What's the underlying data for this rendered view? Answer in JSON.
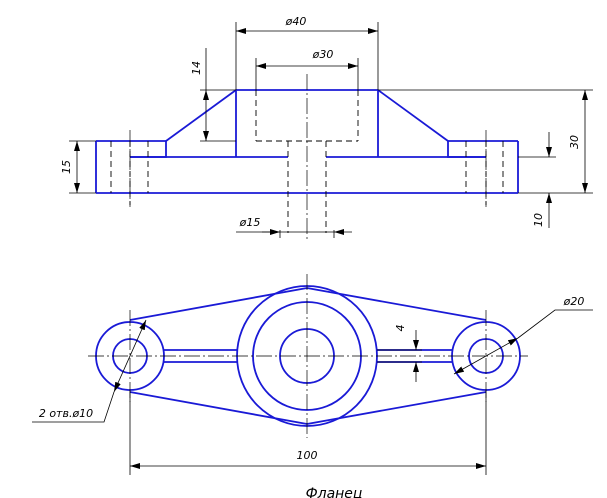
{
  "drawing": {
    "dimensions": {
      "d40": "ø40",
      "d30": "ø30",
      "h14": "14",
      "h15": "15",
      "h30": "30",
      "h10": "10",
      "d15": "ø15",
      "d20": "ø20",
      "w4": "4",
      "holes": "2 отв.ø10",
      "len100": "100"
    },
    "caption": "Фланец"
  },
  "colors": {
    "outline": "#1a1ad6",
    "dimension": "#000000"
  }
}
